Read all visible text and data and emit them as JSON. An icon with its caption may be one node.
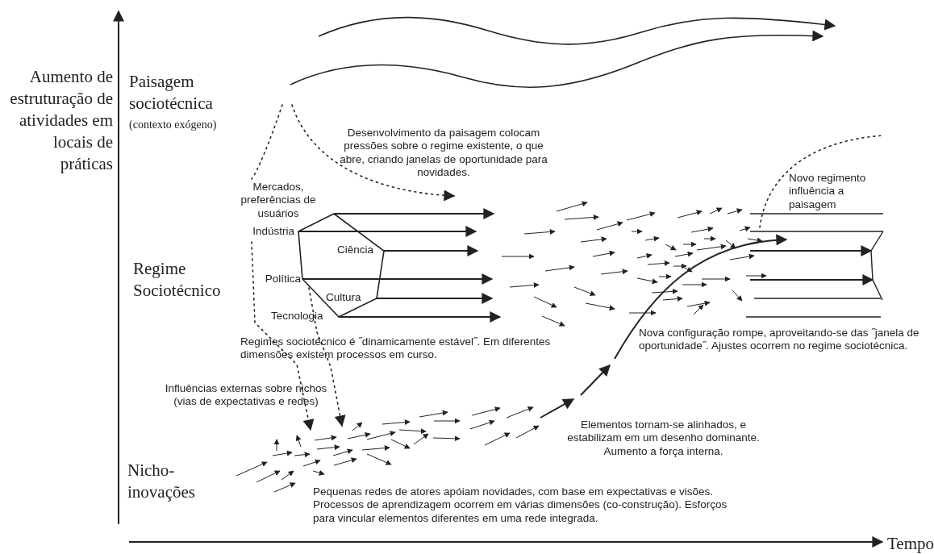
{
  "diagram": {
    "labels": [
      "Aumento de estruturação de atividades em locais de práticas",
      "Paisagem sociotécnica",
      "(contexto exógeno)",
      "Desenvolvimento da paisagem colocam pressões sobre o regime existente, o que abre, criando janelas de oportunidade para novidades.",
      "Novo regimento influência a paisagem",
      "Mercados, preferências de usuários",
      "Indústria",
      "Ciência",
      "Regime Sociotécnico",
      "Política",
      "Cultura",
      "Tecnologia",
      "Nova configuração rompe, aproveitando-se das ˝janela de oportunidade˝. Ajustes ocorrem no regime sociotécnica.",
      "Regimes sociotécnico é ˝dinamicamente estável˝. Em diferentes dimensões existem processos em curso.",
      "Influências externas sobre nichos (vias de expectativas e redes)",
      "Elementos tornam-se alinhados, e estabilizam em um desenho dominante. Aumento a força interna.",
      "Nicho-inovações",
      "Pequenas redes de atores apóiam novidades, com base em expectativas e visões. Processos de aprendizagem ocorrem em várias dimensões (co-construção). Esforços para vincular elementos diferentes em uma rede integrada.",
      "Tempo"
    ]
  }
}
